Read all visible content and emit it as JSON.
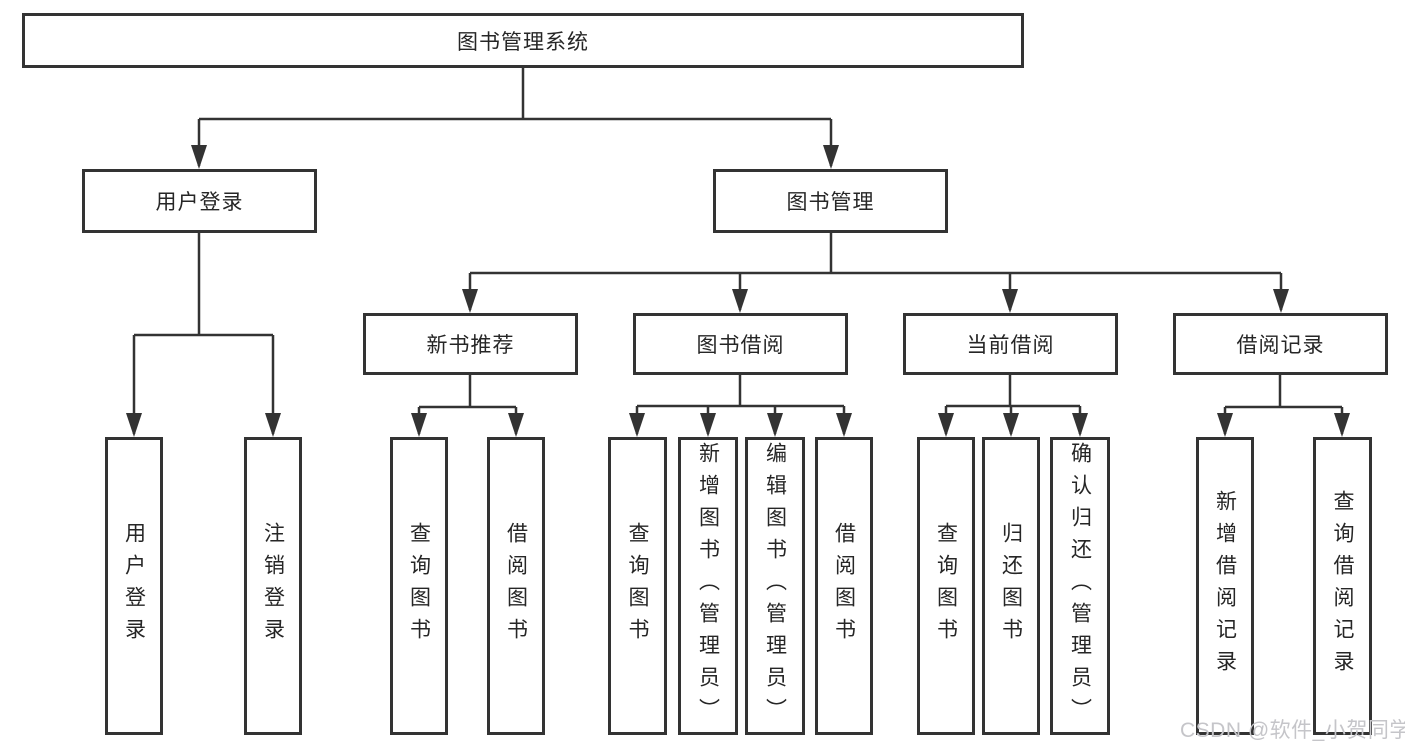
{
  "tree": {
    "root": {
      "label": "图书管理系统",
      "children": [
        {
          "label": "用户登录",
          "children": [
            {
              "label": "用户登录"
            },
            {
              "label": "注销登录"
            }
          ]
        },
        {
          "label": "图书管理",
          "children": [
            {
              "label": "新书推荐",
              "children": [
                {
                  "label": "查询图书"
                },
                {
                  "label": "借阅图书"
                }
              ]
            },
            {
              "label": "图书借阅",
              "children": [
                {
                  "label": "查询图书"
                },
                {
                  "label": "新增图书（管理员）"
                },
                {
                  "label": "编辑图书（管理员）"
                },
                {
                  "label": "借阅图书"
                }
              ]
            },
            {
              "label": "当前借阅",
              "children": [
                {
                  "label": "查询图书"
                },
                {
                  "label": "归还图书"
                },
                {
                  "label": "确认归还（管理员）"
                }
              ]
            },
            {
              "label": "借阅记录",
              "children": [
                {
                  "label": "新增借阅记录"
                },
                {
                  "label": "查询借阅记录"
                }
              ]
            }
          ]
        }
      ]
    }
  },
  "watermark": "CSDN @软件_小贺同学",
  "colors": {
    "line": "#333333",
    "text": "#262626",
    "background": "#ffffff",
    "watermark": "#c5c5c9"
  }
}
